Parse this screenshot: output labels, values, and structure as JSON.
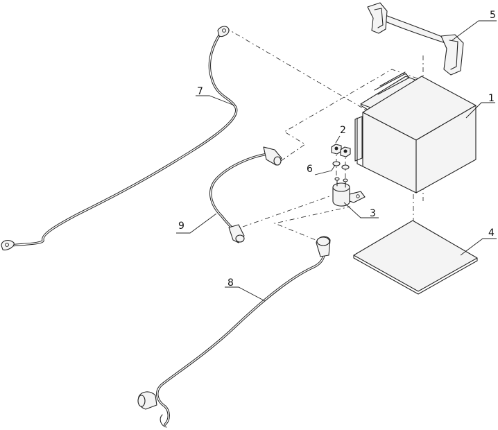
{
  "callouts": {
    "battery": "1",
    "nut": "2",
    "solenoid": "3",
    "battery_pad": "4",
    "hold_down_strap": "5",
    "washer": "6",
    "cable_7": "7",
    "cable_8": "8",
    "cable_9": "9"
  }
}
